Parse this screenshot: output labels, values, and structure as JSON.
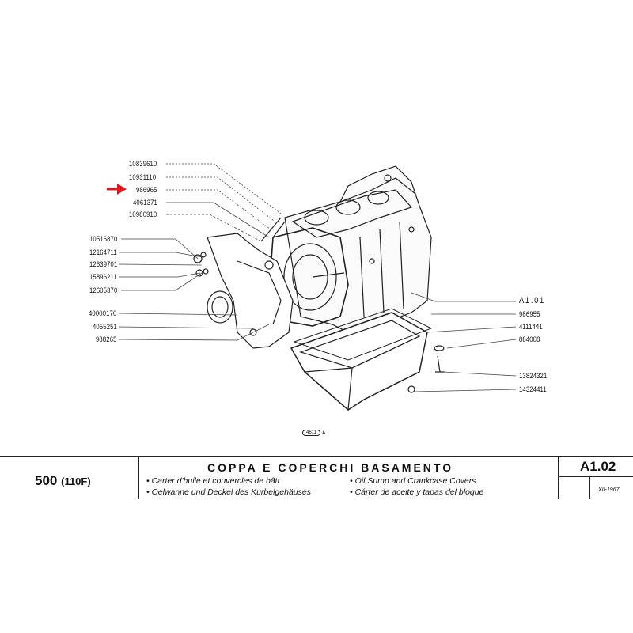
{
  "left_labels_top": [
    "10839610",
    "10931110",
    "986965",
    "4061371",
    "10980910"
  ],
  "left_labels_mid": [
    "10516870",
    "12164711",
    "12639701",
    "15896211",
    "12605370"
  ],
  "left_labels_bottom": [
    "40000170",
    "4055251",
    "988265"
  ],
  "right_labels": [
    "A1.01",
    "986955",
    "4111441",
    "884008",
    "13824321",
    "14324411"
  ],
  "highlight": {
    "part": "986965",
    "arrow_color": "#e8141b"
  },
  "figure": {
    "id": "4611",
    "suffix": "A"
  },
  "footer": {
    "model": "500",
    "model_variant": "(110F)",
    "title": "COPPA E COPERCHI BASAMENTO",
    "subtitles": [
      "• Carter d'huile et couvercles de bâti",
      "• Oelwanne und Deckel des Kurbelgehäuses",
      "• Oil Sump and Crankcase Covers",
      "• Cárter de aceite y tapas del bloque"
    ],
    "code": "A1.02",
    "date": "XII-1967"
  }
}
